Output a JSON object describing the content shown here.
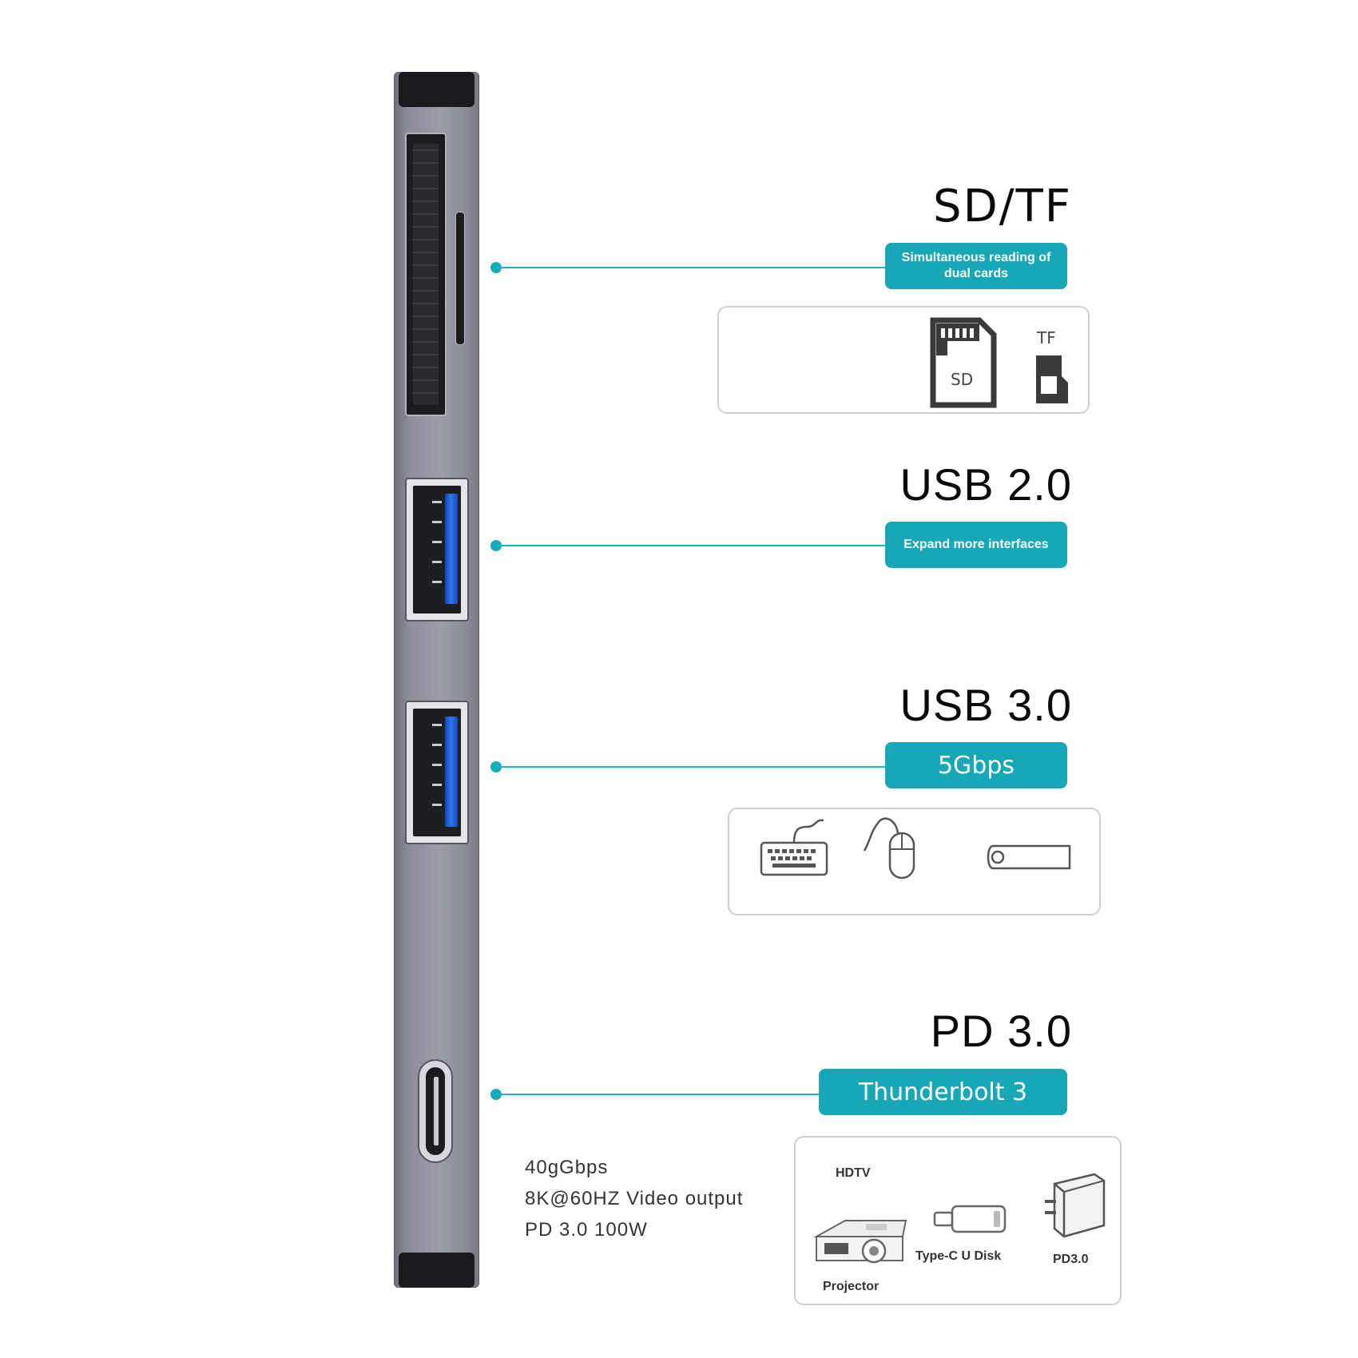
{
  "sections": {
    "sd_tf": {
      "title": "SD/TF",
      "badge": "Simultaneous reading of dual cards",
      "icons": {
        "sd": "sd-card-icon",
        "tf": "tf-card-icon"
      },
      "sd_label": "SD",
      "tf_label": "TF"
    },
    "usb2": {
      "title": "USB 2.0",
      "badge": "Expand more interfaces"
    },
    "usb3": {
      "title": "USB 3.0",
      "badge": "5Gbps",
      "icons": [
        "keyboard-icon",
        "mouse-icon",
        "usb-flash-drive-icon"
      ]
    },
    "pd": {
      "title": "PD 3.0",
      "badge": "Thunderbolt 3",
      "specs": [
        "40gGbps",
        "8K@60HZ  Video  output",
        "PD  3.0  100W"
      ],
      "devices": {
        "hdtv": "HDTV",
        "projector": "Projector",
        "udisk": "Type-C  U  Disk",
        "charger": "PD3.0"
      }
    }
  },
  "colors": {
    "accent": "#17a7b6",
    "hub_body": "#9c9da8",
    "usb3_tongue": "#2f78e8"
  }
}
